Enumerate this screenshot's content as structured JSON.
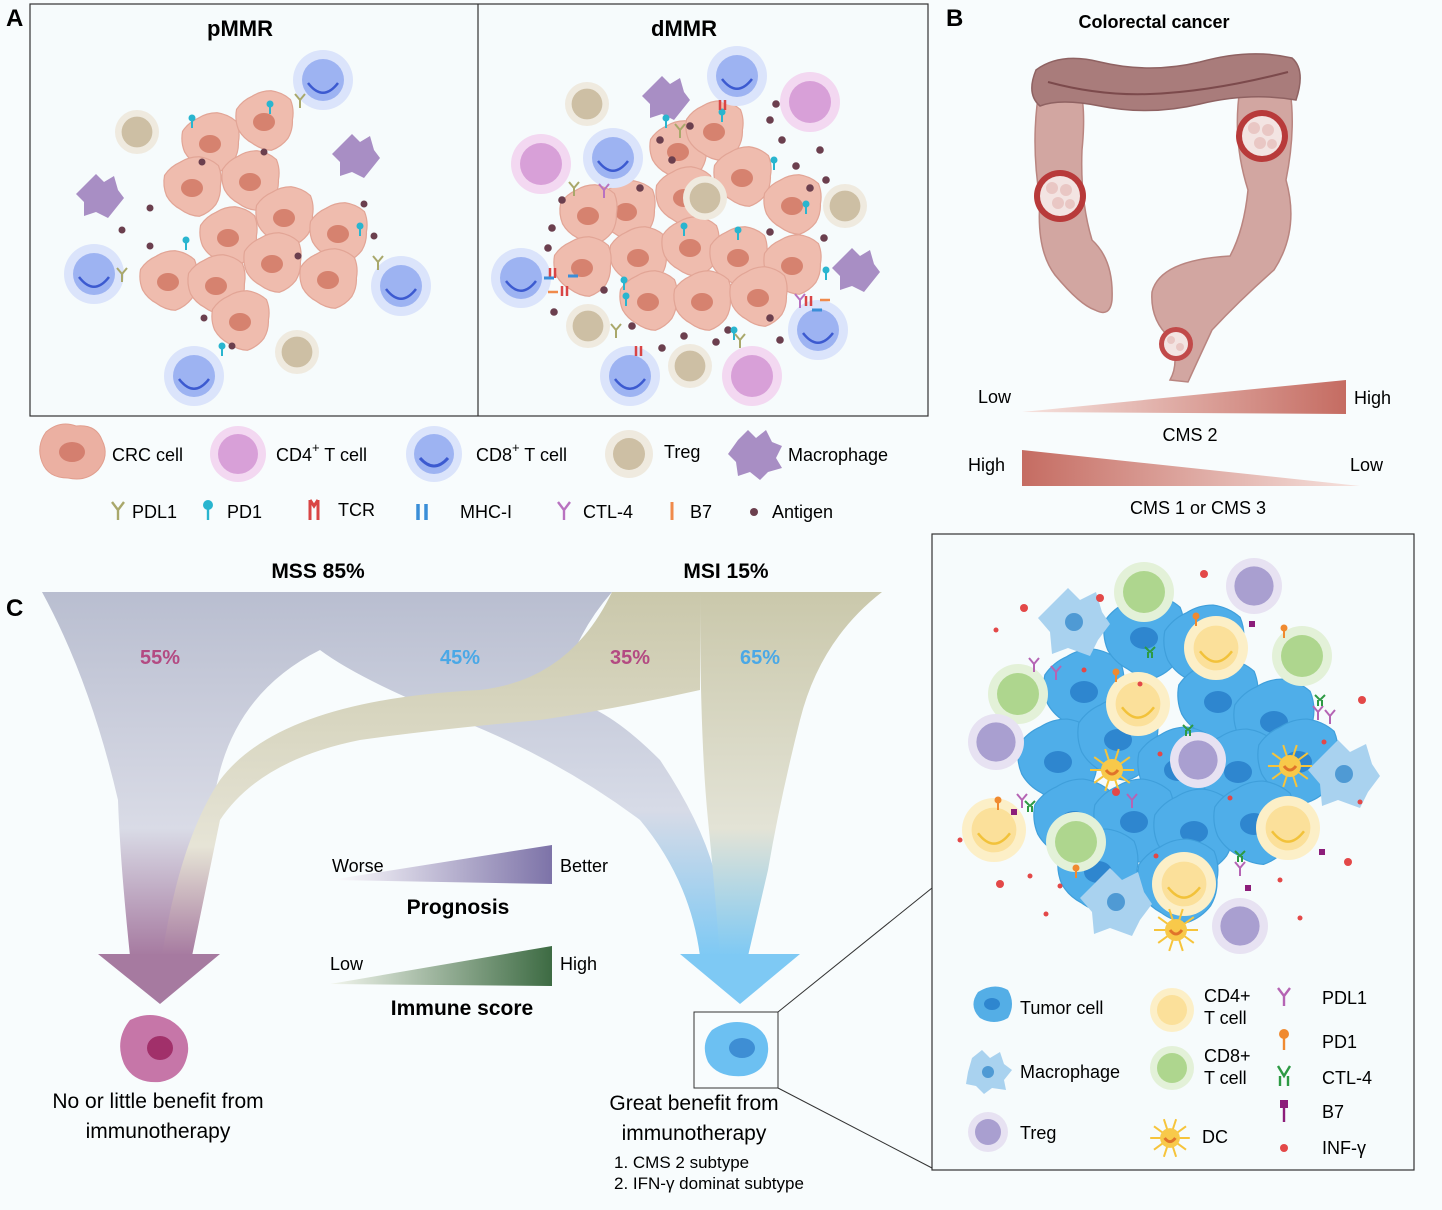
{
  "panel_letters": {
    "a": "A",
    "b": "B",
    "c": "C"
  },
  "panel_a": {
    "left_title": "pMMR",
    "right_title": "dMMR",
    "legend_cells": [
      {
        "label": "CRC cell",
        "color": "#ebb0a2"
      },
      {
        "label": "CD4",
        "sup": "+",
        "suffix": " T cell",
        "color": "#d8a0d8"
      },
      {
        "label": "CD8",
        "sup": "+",
        "suffix": " T cell",
        "color": "#9db3f2"
      },
      {
        "label": "Treg",
        "color": "#cdbfa4"
      },
      {
        "label": "Macrophage",
        "color": "#a88ec4"
      }
    ],
    "legend_markers": [
      {
        "label": "PDL1",
        "icon": "y-receptor-icon",
        "color": "#a9a86b"
      },
      {
        "label": "PD1",
        "icon": "lollipop-icon",
        "color": "#29b5cf"
      },
      {
        "label": "TCR",
        "icon": "tcr-icon",
        "color": "#d94545"
      },
      {
        "label": "MHC-I",
        "icon": "mhc-icon",
        "color": "#3a8ed8"
      },
      {
        "label": "CTL-4",
        "icon": "y-receptor-icon",
        "color": "#b872c0"
      },
      {
        "label": "B7",
        "icon": "bar-icon",
        "color": "#f08a4b"
      },
      {
        "label": "Antigen",
        "icon": "dot-icon",
        "color": "#6b3f4e"
      }
    ]
  },
  "panel_b": {
    "title": "Colorectal cancer",
    "gradient1": {
      "left": "Low",
      "right": "High",
      "label": "CMS 2"
    },
    "gradient2": {
      "left": "High",
      "right": "Low",
      "label": "CMS 1 or CMS 3"
    },
    "colors": {
      "colon": "#c99a96",
      "colon_dark": "#a8706f",
      "tumor": "#b83a3a",
      "gradient": "#c56c62"
    }
  },
  "panel_c": {
    "mss_label": "MSS  85%",
    "msi_label": "MSI  15%",
    "pct_55": "55%",
    "pct_45": "45%",
    "pct_35": "35%",
    "pct_65": "65%",
    "prognosis": {
      "left": "Worse",
      "right": "Better",
      "title": "Prognosis"
    },
    "immune": {
      "left": "Low",
      "right": "High",
      "title": "Immune score"
    },
    "left_outcome": [
      "No or little benefit from",
      "immunotherapy"
    ],
    "right_outcome": [
      "Great benefit from",
      "immunotherapy"
    ],
    "right_list": [
      "1. CMS 2 subtype",
      "2. IFN-γ dominat subtype"
    ],
    "colors": {
      "magenta_pct": "#b34a82",
      "blue_pct": "#4aa8e6",
      "mss_flow": "#bfc4d4",
      "msi_flow": "#cfcdb4",
      "left_arrow": "#a67aa0",
      "right_arrow": "#7ec9f4"
    }
  },
  "inset": {
    "legend": [
      {
        "label": "Tumor cell",
        "icon": "tumor-cell-icon"
      },
      {
        "label": "CD4+",
        "label2": "T cell",
        "icon": "cd4-cell-icon"
      },
      {
        "label": "PDL1",
        "icon": "pdl1-icon"
      },
      {
        "label": "PD1",
        "icon": "pd1-icon"
      },
      {
        "label": "Macrophage",
        "icon": "macrophage-icon"
      },
      {
        "label": "CD8+",
        "label2": "T cell",
        "icon": "cd8-cell-icon"
      },
      {
        "label": "CTL-4",
        "icon": "ctl4-icon"
      },
      {
        "label": "B7",
        "icon": "b7-icon"
      },
      {
        "label": "Treg",
        "icon": "treg-icon"
      },
      {
        "label": "DC",
        "icon": "dc-icon"
      },
      {
        "label": "INF-γ",
        "icon": "infg-icon"
      }
    ]
  }
}
